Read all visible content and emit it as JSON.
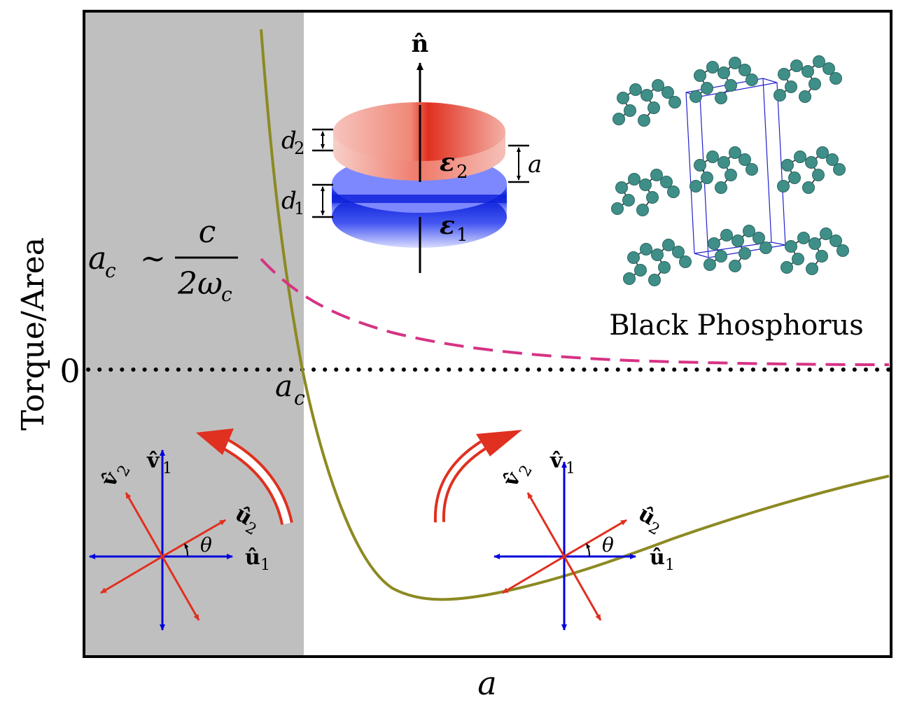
{
  "figure": {
    "ylabel": "Torque/Area",
    "xlabel": "a",
    "zero_tick": "0",
    "ac_point_label": "a",
    "ac_point_sub": "c",
    "formula": {
      "lhs": "a",
      "lhs_sub": "c",
      "sim": "~",
      "numerator": "c",
      "denominator": "2ω",
      "denominator_sub": "c"
    },
    "material_label": "Black Phosphorus",
    "shaded_region_color": "#bfbfbf"
  },
  "slab_inset": {
    "axis_label": "n̂",
    "top_eps": "ε",
    "top_eps_sub": "2",
    "bottom_eps": "ε",
    "bottom_eps_sub": "1",
    "d2": "d",
    "d2_sub": "2",
    "d1": "d",
    "d1_sub": "1",
    "gap": "a",
    "top_color": "#e03020",
    "bottom_color": "#1a2ee0"
  },
  "axes_diagrams": [
    {
      "v1": "v̂",
      "v1_sub": "1",
      "v2": "v̂",
      "v2_sub": "2",
      "u1": "û",
      "u1_sub": "1",
      "u2": "û",
      "u2_sub": "2",
      "theta": "θ",
      "rotation_direction": "counterclockwise"
    },
    {
      "v1": "v̂",
      "v1_sub": "1",
      "v2": "v̂",
      "v2_sub": "2",
      "u1": "û",
      "u1_sub": "1",
      "u2": "û",
      "u2_sub": "2",
      "theta": "θ",
      "rotation_direction": "clockwise"
    }
  ],
  "colors": {
    "torque_curve": "#8c8a22",
    "dashed_curve": "#d63384",
    "fixed_axes": "#0000dd",
    "rotated_axes": "#e03020",
    "atoms": "#3f8f88",
    "unit_cell": "#2222cc"
  }
}
